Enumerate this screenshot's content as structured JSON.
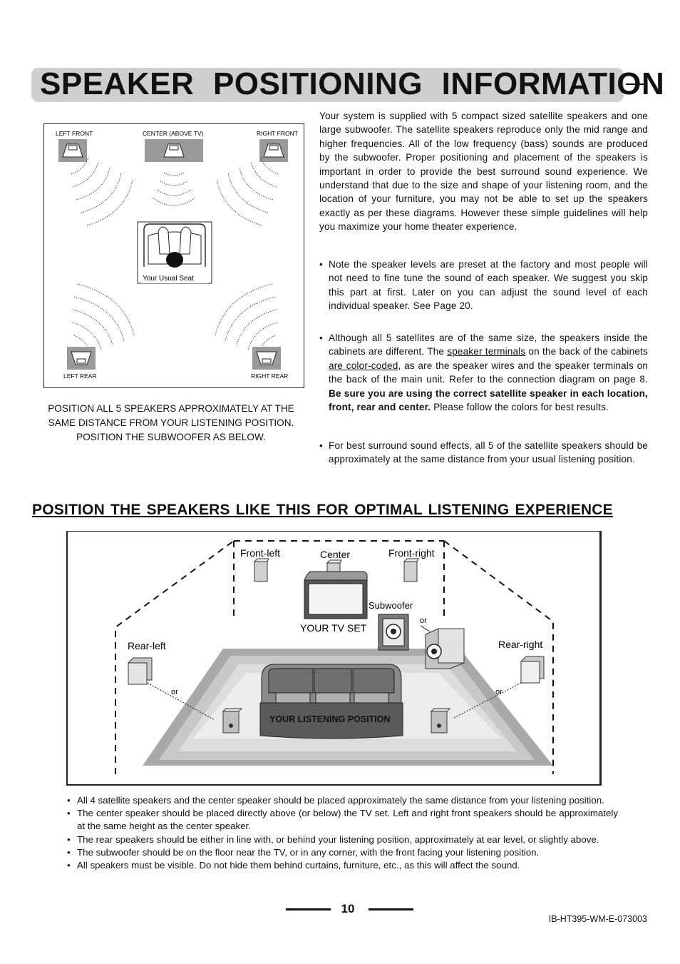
{
  "page": {
    "title": "SPEAKER POSITIONING INFORMATION",
    "page_number": "10",
    "doc_code": "IB-HT395-WM-E-073003"
  },
  "top_diagram": {
    "labels": {
      "left_front": "LEFT FRONT",
      "center": "CENTER (ABOVE TV)",
      "right_front": "RIGHT FRONT",
      "seat": "Your Usual Seat",
      "left_rear": "LEFT REAR",
      "right_rear": "RIGHT REAR"
    },
    "caption": "POSITION ALL 5 SPEAKERS APPROXIMATELY AT THE SAME DISTANCE FROM YOUR LISTENING POSITION. POSITION THE SUBWOOFER AS BELOW."
  },
  "intro": "Your system is supplied with 5 compact sized satellite speakers and one large subwoofer. The satellite speakers reproduce only the mid range and higher frequencies. All of the low frequency (bass) sounds are produced by the subwoofer. Proper positioning and placement of the speakers is important in order to provide the best surround sound experience. We understand that due to the size and shape of your listening room, and the location of your furniture, you may not be able to set up the speakers exactly as per these diagrams. However these simple guidelines will help you maximize your home theater experience.",
  "notes": {
    "levels": "Note the speaker levels are preset at the factory and most people will not need to fine tune the sound of each speaker. We suggest you skip this part at first. Later on you can adjust the sound level of each individual speaker. See Page 20.",
    "satellites": {
      "t1": "Although all 5 satellites are of the same size, the speakers inside the cabinets are different. The ",
      "u1": "speaker terminals",
      "t2": " on the back of the cabinets ",
      "u2": "are color-coded",
      "t3": ", as are the speaker wires and the speaker terminals on the back of the main unit. Refer to the connection diagram on page 8. ",
      "bold": "Be sure you are using the correct satellite speaker in each location, front, rear and center.",
      "t4": " Please follow the colors for best results."
    },
    "distance": "For best surround sound effects, all 5 of the satellite speakers should be approximately at the same distance from your usual listening position."
  },
  "section_heading": "POSITION THE SPEAKERS LIKE THIS FOR OPTIMAL LISTENING EXPERIENCE",
  "room_diagram": {
    "front_left": "Front-left",
    "center": "Center",
    "front_right": "Front-right",
    "subwoofer": "Subwoofer",
    "or_sub": "or",
    "tv": "YOUR TV SET",
    "rear_left": "Rear-left",
    "rear_right": "Rear-right",
    "or_left": "or",
    "or_right": "or",
    "listening": "YOUR LISTENING POSITION"
  },
  "bottom_bullets": [
    "All 4 satellite speakers and the center speaker should be placed approximately the same distance from your listening position.",
    "The center speaker should be placed directly above (or below) the TV set. Left and right front speakers should be approximately at the same height as the center speaker.",
    "The rear speakers should be either in line with, or behind your listening position, approximately at ear level, or slightly above.",
    "The subwoofer should be on the floor near the TV, or in any corner, with the front facing your listening position.",
    "All speakers must be visible. Do not hide them behind curtains, furniture, etc., as this will affect the sound."
  ]
}
